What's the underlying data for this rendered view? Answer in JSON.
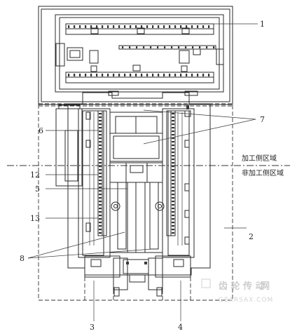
{
  "zone_labels": {
    "processing_side": "加工侧区域",
    "non_processing_side": "非加工侧区域"
  },
  "callouts": [
    {
      "id": "c1",
      "label": "1"
    },
    {
      "id": "c2",
      "label": "2"
    },
    {
      "id": "c3",
      "label": "3"
    },
    {
      "id": "c4",
      "label": "4"
    },
    {
      "id": "c5",
      "label": "5"
    },
    {
      "id": "c6",
      "label": "6"
    },
    {
      "id": "c7",
      "label": "7"
    },
    {
      "id": "c8",
      "label": "8"
    },
    {
      "id": "c12",
      "label": "12"
    },
    {
      "id": "c13",
      "label": "13"
    }
  ],
  "watermark": {
    "text": "网",
    "domain": "GEARSAX.COM"
  }
}
